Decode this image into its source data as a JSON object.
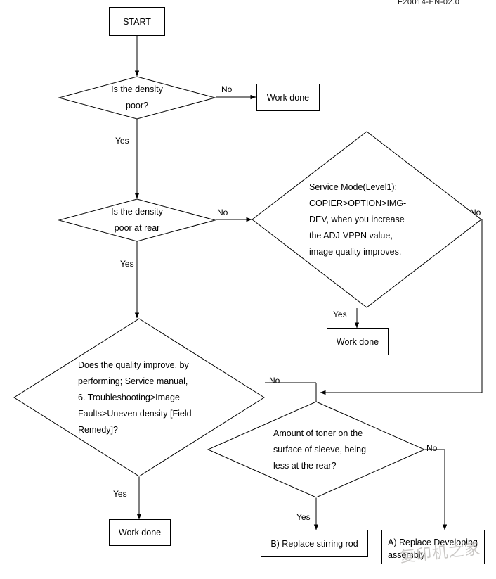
{
  "document": {
    "code": "F20014-EN-02.0",
    "watermark": "复印机之家"
  },
  "flowchart": {
    "nodes": {
      "start": {
        "label": "START"
      },
      "q_density_poor": {
        "line1": "Is the density",
        "line2": "poor?"
      },
      "work_done_1": {
        "label": "Work done"
      },
      "q_density_rear": {
        "line1": "Is the density",
        "line2": "poor at rear"
      },
      "service_mode": {
        "line1": "Service Mode(Level1):",
        "line2": "COPIER>OPTION>IMG-",
        "line3": "DEV, when you increase",
        "line4": "the ADJ-VPPN value,",
        "line5": "image quality improves."
      },
      "work_done_2": {
        "label": "Work done"
      },
      "q_quality_improve": {
        "line1": "Does the quality improve, by",
        "line2": "performing; Service manual,",
        "line3": "6. Troubleshooting>Image",
        "line4": "Faults>Uneven density [Field",
        "line5": "Remedy]?"
      },
      "work_done_3": {
        "label": "Work done"
      },
      "q_toner_amount": {
        "line1": "Amount of toner on the",
        "line2": "surface of sleeve, being",
        "line3": "less at the rear?"
      },
      "replace_stirring_rod": {
        "label": "B) Replace stirring rod"
      },
      "replace_developing": {
        "line1": "A) Replace Developing",
        "line2": "assembly"
      }
    },
    "edge_labels": {
      "no_1": "No",
      "yes_1": "Yes",
      "no_2": "No",
      "yes_2": "Yes",
      "no_3": "No",
      "yes_3": "Yes",
      "no_4": "No",
      "yes_4": "Yes",
      "no_5": "No",
      "yes_5": "Yes"
    },
    "colors": {
      "stroke": "#000000",
      "background": "#ffffff",
      "watermark": "#b9b6b3"
    }
  }
}
